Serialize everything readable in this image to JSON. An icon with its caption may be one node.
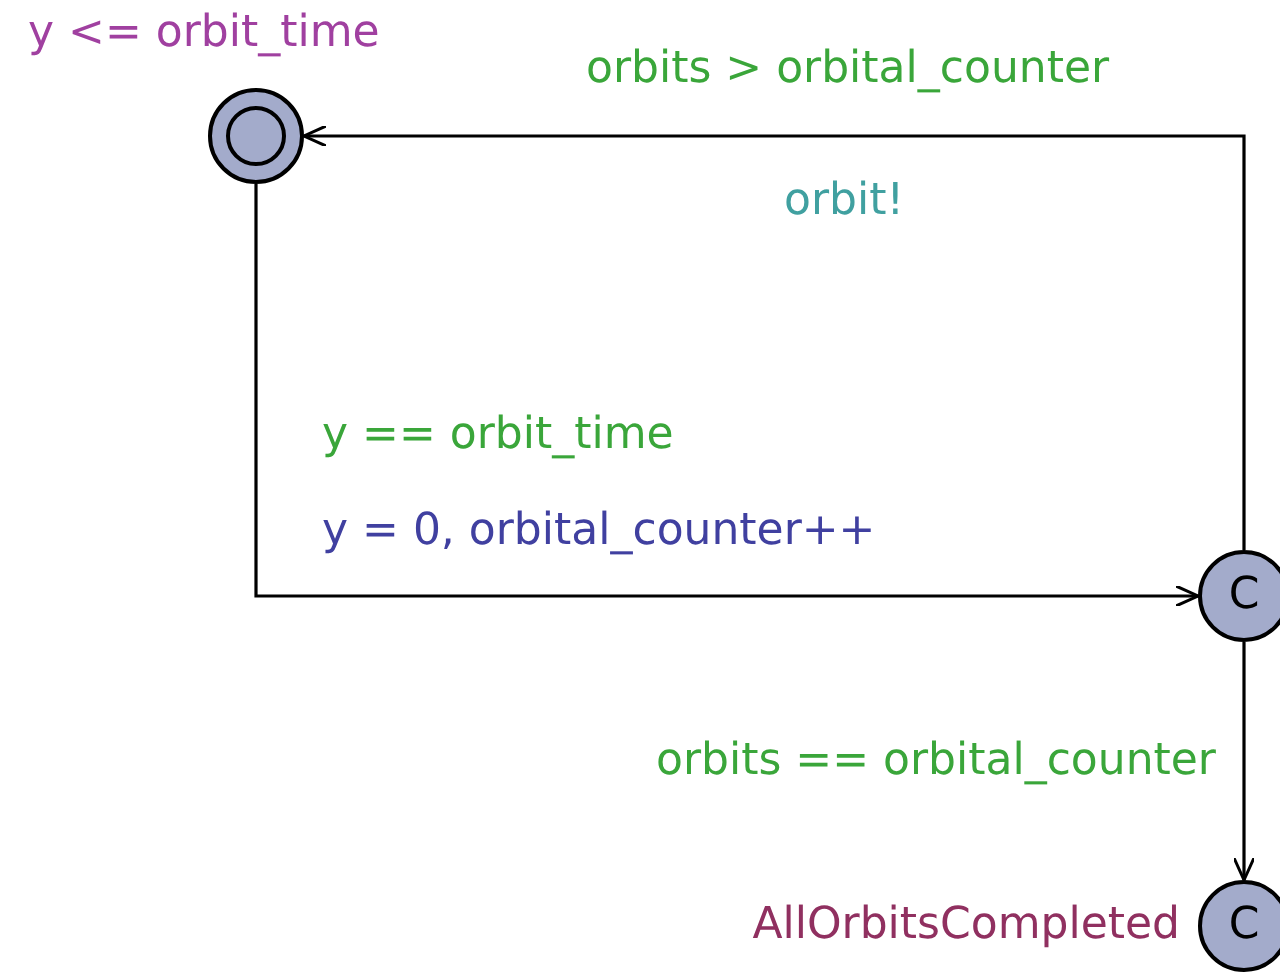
{
  "diagram": {
    "nodes": [
      {
        "text": [],
        "shape": "circle",
        "beside": [
          "y <= orbit_time"
        ]
      },
      {
        "text": [
          "C"
        ]
      },
      {
        "text": [
          "C"
        ],
        "beside": [
          "AllOrbitsCompleted"
        ]
      }
    ],
    "edges": [
      {
        "from": 0,
        "to": 1,
        "arrow": "to",
        "label": "y == orbit_time"
      },
      {
        "from": 1,
        "to": 0,
        "arrow": "to",
        "label": "orbits > orbital_counter"
      },
      {
        "from": 1,
        "to": 2,
        "arrow": "to",
        "label": "orbits == orbital_counter"
      }
    ],
    "labels": [
      "y = 0, orbital_counter++",
      "orbit!"
    ]
  }
}
